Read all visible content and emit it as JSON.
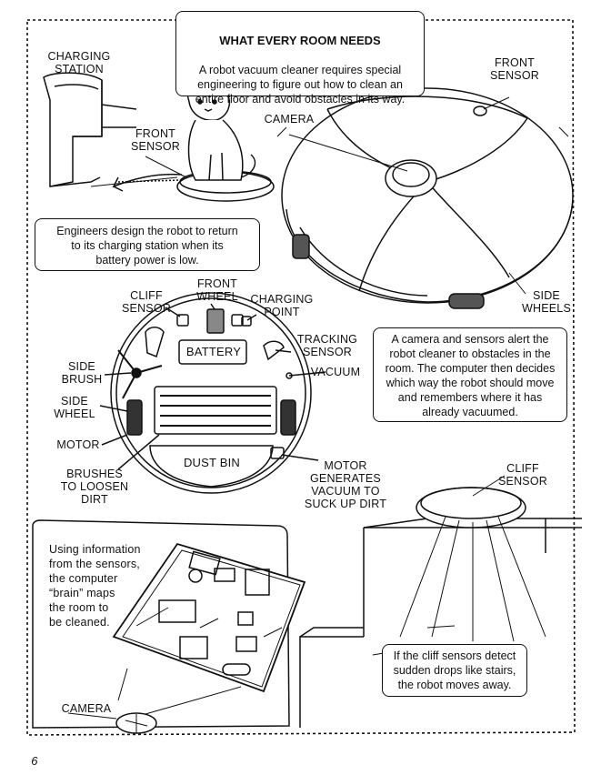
{
  "intro_box": {
    "heading": "WHAT EVERY ROOM NEEDS",
    "body": "A robot vacuum cleaner requires special\nengineering to figure out how to clean an\nentire floor and avoid obstacles in its way."
  },
  "labels": {
    "charging_station": "CHARGING\nSTATION",
    "front_sensor_cat": "FRONT\nSENSOR",
    "camera_top": "CAMERA",
    "front_sensor_top": "FRONT\nSENSOR",
    "side_wheels": "SIDE\nWHEELS",
    "cliff_sensor_under": "CLIFF\nSENSOR",
    "front_wheel": "FRONT\nWHEEL",
    "charging_point": "CHARGING\nPOINT",
    "tracking_sensor": "TRACKING\nSENSOR",
    "battery": "BATTERY",
    "vacuum": "VACUUM",
    "side_brush": "SIDE\nBRUSH",
    "side_wheel": "SIDE\nWHEEL",
    "motor": "MOTOR",
    "brushes": "BRUSHES\nTO LOOSEN\nDIRT",
    "dust_bin": "DUST BIN",
    "motor_vacuum": "MOTOR\nGENERATES\nVACUUM TO\nSUCK UP DIRT",
    "cliff_sensor_stairs": "CLIFF\nSENSOR",
    "camera_map": "CAMERA"
  },
  "boxes": {
    "engineers": "Engineers design the robot to return\nto its charging station when its\nbattery power is low.",
    "camera_sensors": "A camera and sensors alert the\nrobot cleaner to obstacles in the\nroom. The computer then decides\nwhich way the robot should move\nand remembers where it has\nalready vacuumed.",
    "map": "Using information\nfrom the sensors,\nthe computer\n“brain” maps\nthe room to\nbe cleaned.",
    "cliff": "If the cliff sensors detect\nsudden drops like stairs,\nthe robot moves away."
  },
  "page_number": "6"
}
